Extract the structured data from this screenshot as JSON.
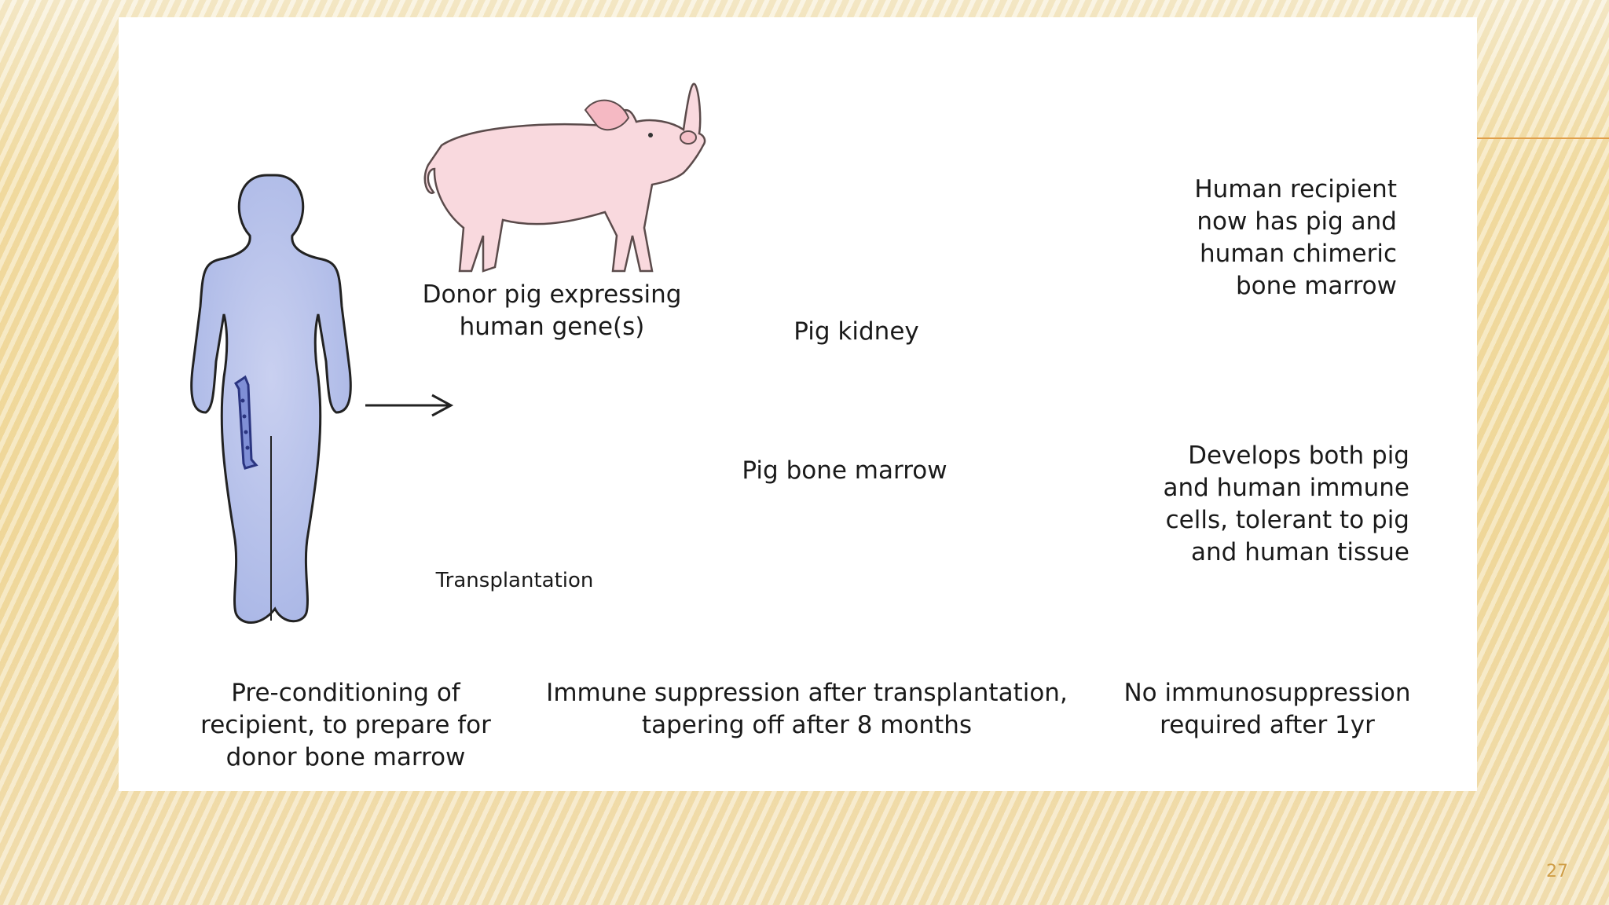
{
  "labels": {
    "donor_pig": "Donor pig expressing\nhuman gene(s)",
    "pig_kidney": "Pig kidney",
    "pig_bone_marrow": "Pig bone marrow",
    "recipient_outcome": "Human recipient\nnow has pig and\nhuman chimeric\nbone marrow",
    "immune_outcome": "Develops both pig\nand human immune\ncells, tolerant to pig\nand human tissue",
    "transplantation": "Transplantation"
  },
  "timeline": {
    "phases": [
      "Pre-conditioning of\nrecipient, to prepare for\ndonor bone marrow",
      "Immune suppression after transplantation,\ntapering off after 8 months",
      "No immunosuppression\nrequired after 1yr"
    ]
  },
  "page_number": "27",
  "colors": {
    "body_blue": "#b8c3ec",
    "kidney_pink": "#e6729c",
    "pig_pink": "#f9d9de",
    "accent": "#e19f4a"
  }
}
